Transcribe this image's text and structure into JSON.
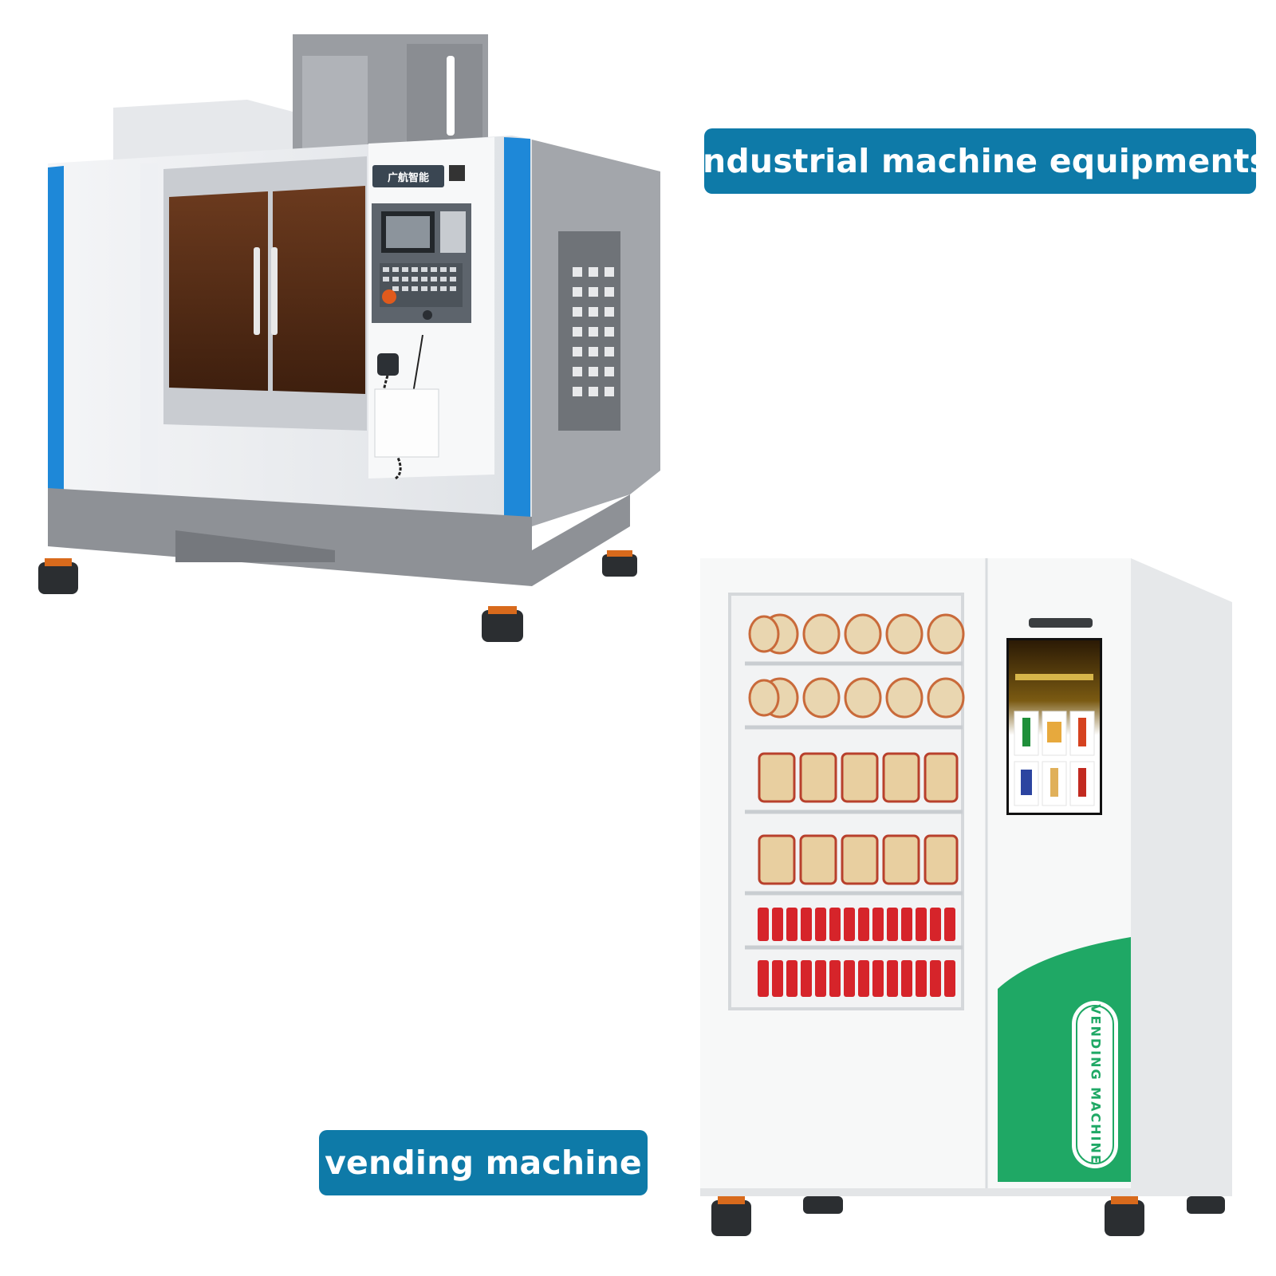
{
  "labels": {
    "industrial": "industrial machine equipments",
    "vending": "vending machine"
  },
  "cnc_machine": {
    "brand_logo": "广航智能",
    "accent_color": "#1e88d8",
    "window_tint": "#5a2e16"
  },
  "vending_machine": {
    "side_text": "VENDING MACHINE",
    "accent_color": "#1fa865",
    "shelf_rows": [
      "instant noodles",
      "instant noodles",
      "snack packs",
      "snack packs",
      "canned cola",
      "canned cola"
    ]
  }
}
